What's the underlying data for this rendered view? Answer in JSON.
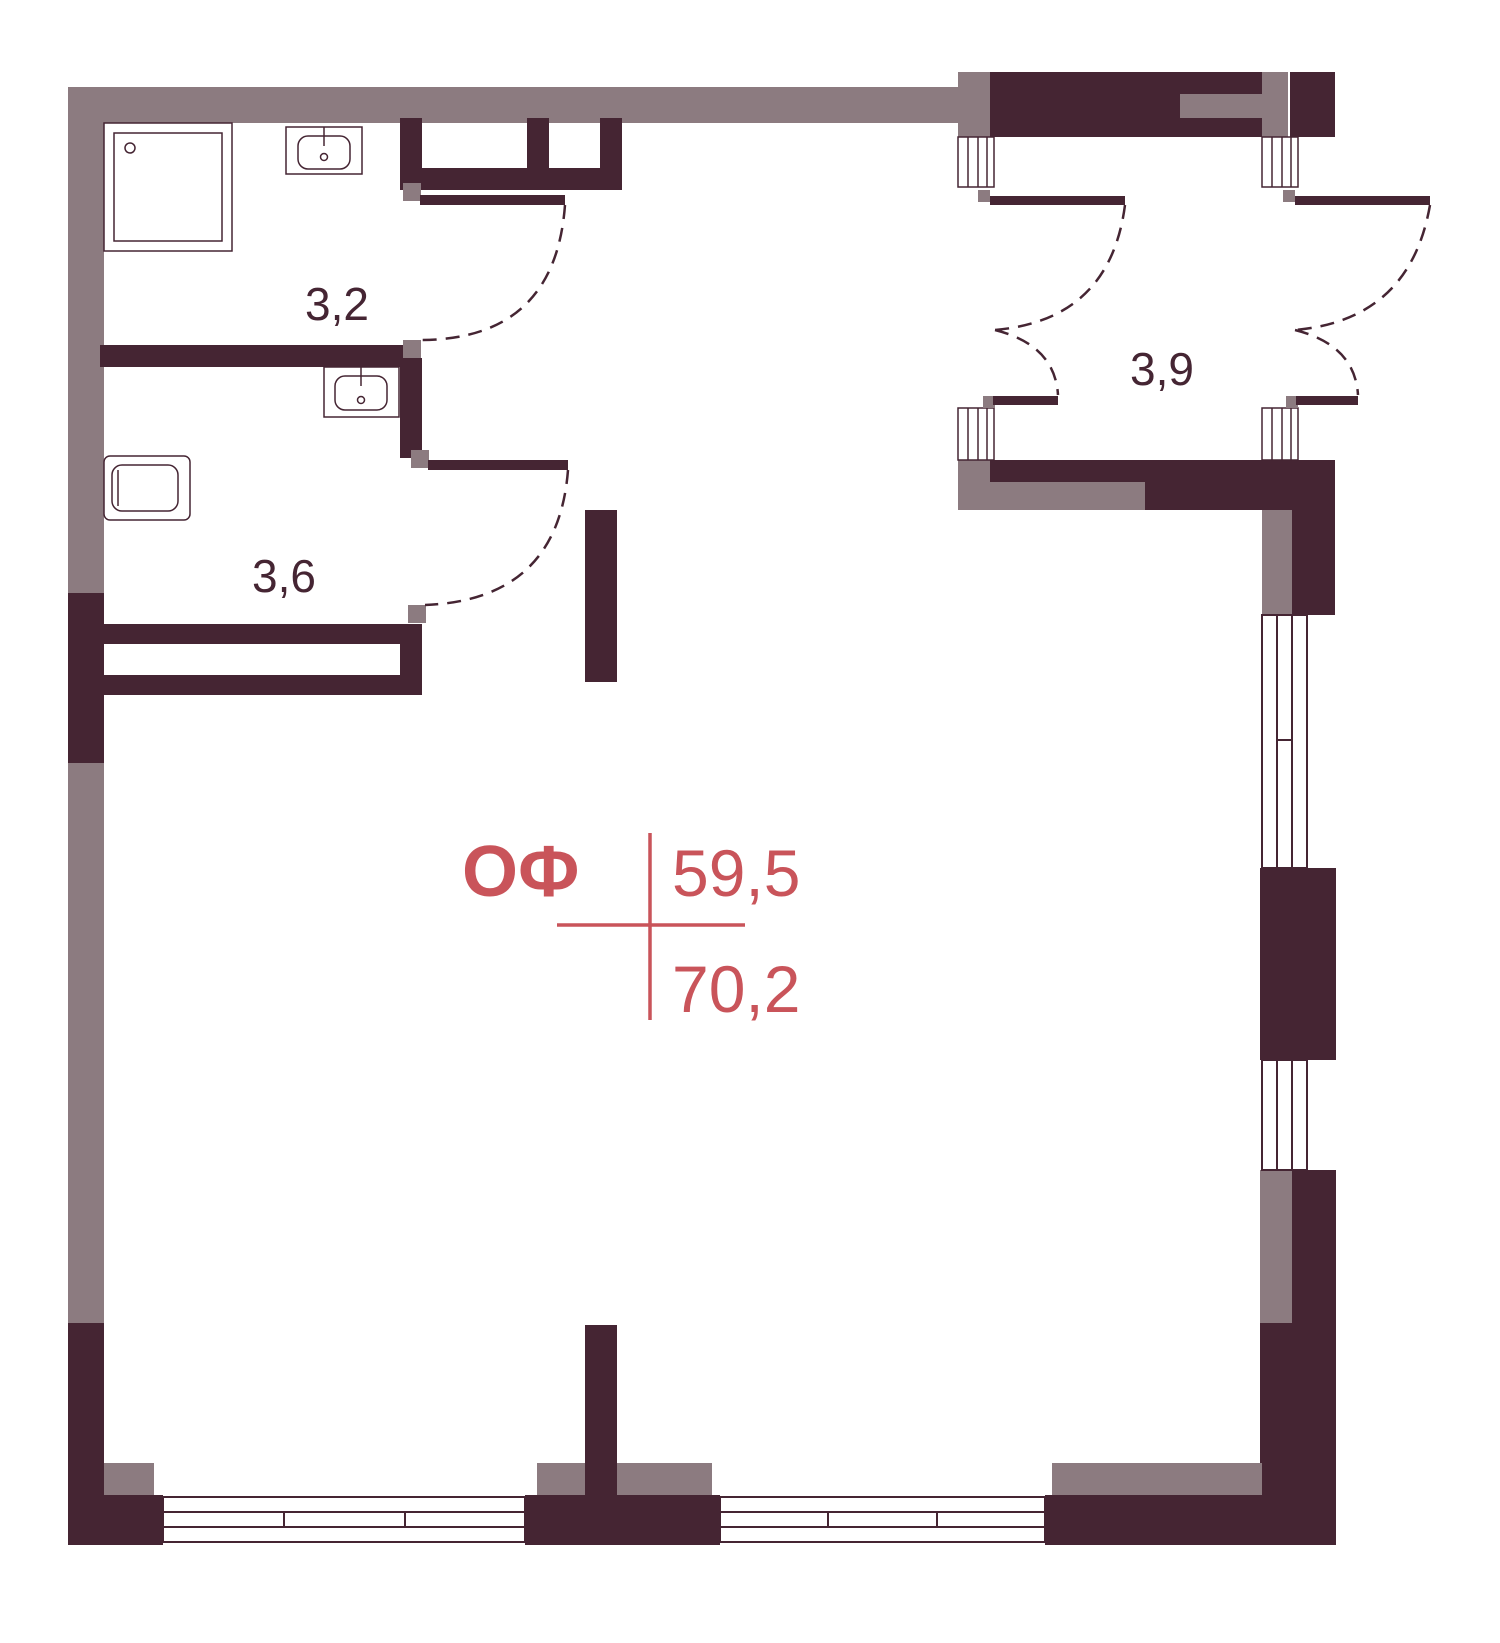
{
  "plan": {
    "rooms": [
      {
        "id": "bathroom",
        "area": "3,2"
      },
      {
        "id": "wc",
        "area": "3,6"
      },
      {
        "id": "vestibule",
        "area": "3,9"
      }
    ],
    "unit": {
      "code": "ОФ",
      "living_area": "59,5",
      "total_area": "70,2"
    }
  },
  "colors": {
    "wall_dark": "#452533",
    "wall_grey": "#8c7b80",
    "accent": "#c9545a"
  }
}
